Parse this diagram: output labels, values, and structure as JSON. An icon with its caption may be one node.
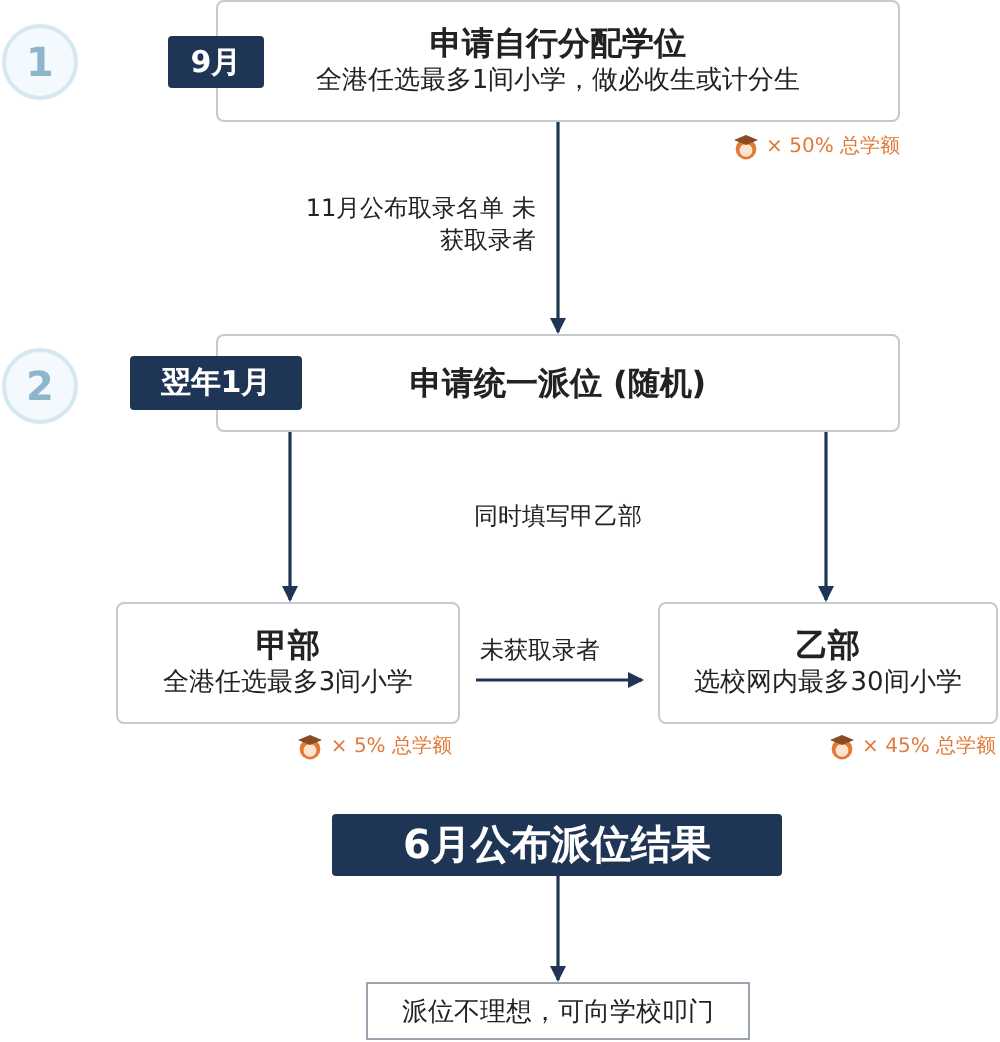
{
  "diagram": {
    "nodes": [
      {
        "text": [
          "1"
        ]
      },
      {
        "text": [
          "申请自行分配学位",
          "全港任选最多1间小学，做必收生或计分生"
        ],
        "beside": [
          "× 50% 总学额"
        ]
      },
      {
        "text": [
          "9月"
        ]
      },
      {
        "text": [
          "2"
        ]
      },
      {
        "text": [
          "申请统一派位 (随机)"
        ]
      },
      {
        "text": [
          "翌年1月"
        ]
      },
      {
        "text": [
          "甲部",
          "全港任选最多3间小学"
        ],
        "beside": [
          "× 5% 总学额"
        ]
      },
      {
        "text": [
          "乙部",
          "选校网内最多30间小学"
        ],
        "beside": [
          "× 45% 总学额"
        ]
      },
      {
        "text": [
          "6月公布派位结果"
        ]
      },
      {
        "text": [
          "派位不理想，可向学校叩门"
        ]
      }
    ],
    "edges": [
      {
        "from": 1,
        "to": 4,
        "arrow": "to",
        "label": "11月公布取录名单 未获取录者"
      },
      {
        "from": 4,
        "to": 6,
        "arrow": "to"
      },
      {
        "from": 4,
        "to": 7,
        "arrow": "to"
      },
      {
        "from": 6,
        "to": 7,
        "arrow": "to",
        "label": "未获取录者"
      },
      {
        "from": 8,
        "to": 9,
        "arrow": "to"
      }
    ],
    "labels": [
      "同时填写甲乙部"
    ]
  }
}
